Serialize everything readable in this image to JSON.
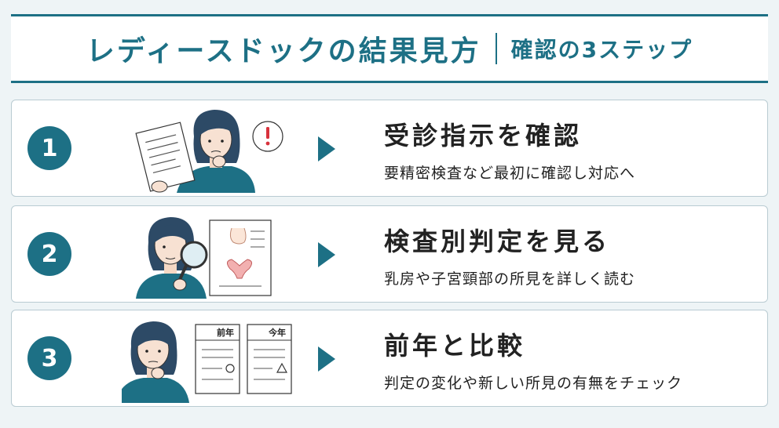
{
  "header": {
    "title": "レディースドックの結果見方",
    "subtitle": "確認の3ステップ"
  },
  "colors": {
    "accent": "#1d7085",
    "background": "#eef4f6",
    "card_border": "#b9cbd2",
    "alert": "#d8323c"
  },
  "steps": [
    {
      "number": "1",
      "title": "受診指示を確認",
      "description": "要精密検査など最初に確認し対応へ",
      "illustration": "woman-reading-document-with-alert-icon"
    },
    {
      "number": "2",
      "title": "検査別判定を見る",
      "description": "乳房や子宮頸部の所見を詳しく読む",
      "illustration": "woman-with-magnifying-glass-and-medical-chart-icon"
    },
    {
      "number": "3",
      "title": "前年と比較",
      "description": "判定の変化や新しい所見の有無をチェック",
      "illustration": "woman-comparing-two-reports-icon",
      "doc_left_label": "前年",
      "doc_right_label": "今年"
    }
  ]
}
